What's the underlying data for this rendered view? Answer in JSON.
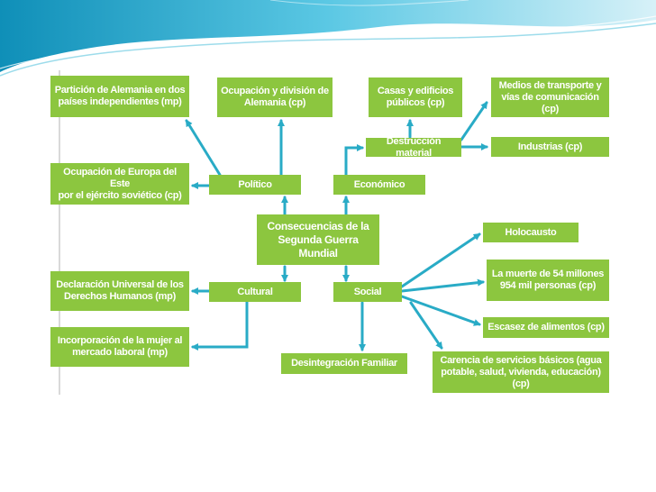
{
  "colors": {
    "box": "#8cc63f",
    "box_text": "#ffffff",
    "arrow": "#29abc6",
    "wave": "#5bc8e4"
  },
  "center": "Consecuencias de la\nSegunda Guerra Mundial",
  "categories": {
    "politico": "Político",
    "economico": "Económico",
    "cultural": "Cultural",
    "social": "Social"
  },
  "politico_items": {
    "particion": "Partición de Alemania en dos\npaíses independientes (mp)",
    "ocupacion_division": "Ocupación y división de\nAlemania (cp)",
    "ocupacion_europa": "Ocupación de Europa del Este\npor el ejército soviético  (cp)"
  },
  "economico_items": {
    "destruccion": "Destrucción material",
    "casas": "Casas y edificios\npúblicos (cp)",
    "medios": "Medios de transporte y\nvías de comunicación (cp)",
    "industrias": "Industrias (cp)"
  },
  "cultural_items": {
    "declaracion": "Declaración Universal de los\nDerechos Humanos (mp)",
    "incorporacion": "Incorporación de la mujer al\nmercado laboral (mp)"
  },
  "social_items": {
    "holocausto": "Holocausto",
    "muerte": "La muerte de 54 millones\n954 mil personas (cp)",
    "escasez": "Escasez de alimentos (cp)",
    "desintegracion": "Desintegración Familiar",
    "carencia": "Carencia de servicios básicos (agua\npotable, salud, vivienda, educación) (cp)"
  }
}
